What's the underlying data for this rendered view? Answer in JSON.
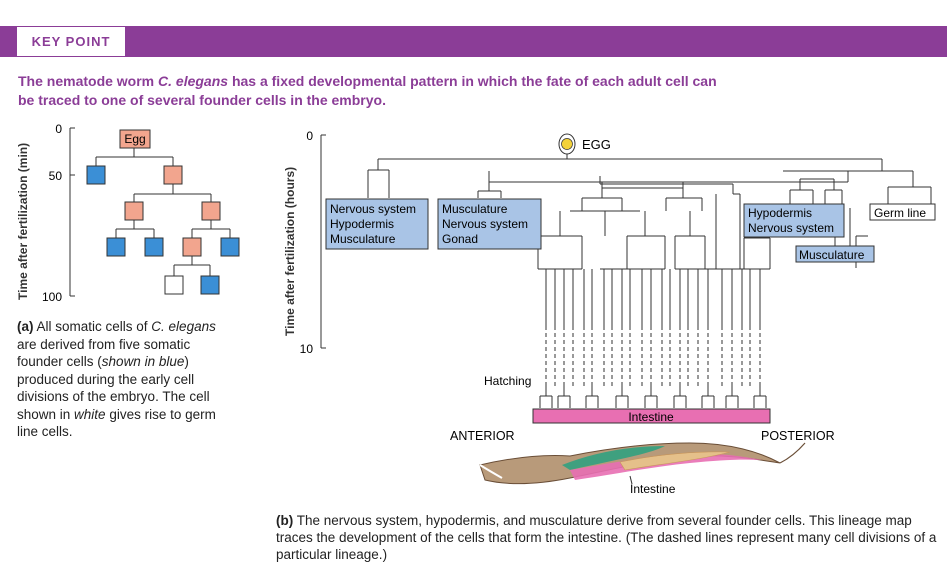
{
  "header": {
    "tag": "KEY POINT"
  },
  "headline": {
    "pre": "The nematode worm ",
    "italic": "C. elegans",
    "post": " has a fixed developmental pattern in which the fate of each adult cell can be traced to one of several founder cells in the embryo."
  },
  "panel_a": {
    "ylabel": "Time after fertilization (min)",
    "ticks": [
      "0",
      "50",
      "100"
    ],
    "root_label": "Egg",
    "caption": {
      "label": "(a)",
      "t1": " All somatic cells of ",
      "i1": "C. elegans",
      "t2": " are derived from five somatic founder cells (",
      "i2": "shown in blue",
      "t3": ") produced during the early cell divisions of the embryo. The cell shown in ",
      "i3": "white",
      "t4": " gives rise to germ line cells."
    }
  },
  "panel_b": {
    "ylabel": "Time after fertilization (hours)",
    "ticks": [
      "0",
      "10"
    ],
    "egg_label": "EGG",
    "box1": [
      "Nervous system",
      "Hypodermis",
      "Musculature"
    ],
    "box2": [
      "Musculature",
      "Nervous system",
      "Gonad"
    ],
    "box3": [
      "Hypodermis",
      "Nervous system"
    ],
    "box4": "Musculature",
    "box5": "Germ line",
    "hatching": "Hatching",
    "intestine_bar": "Intestine",
    "anterior": "ANTERIOR",
    "posterior": "POSTERIOR",
    "worm_label": "Intestine",
    "caption": {
      "label": "(b)",
      "text": " The nervous system, hypodermis, and musculature derive from several founder cells. This lineage map traces the development of the cells that form the intestine. (The dashed lines represent many cell divisions of a particular lineage.)"
    }
  },
  "colors": {
    "banner": "#8b3d97",
    "founder": "#3b8fd6",
    "blast": "#f2a58e",
    "lineage_box": "#a9c4e6",
    "intestine": "#e86fb2"
  }
}
